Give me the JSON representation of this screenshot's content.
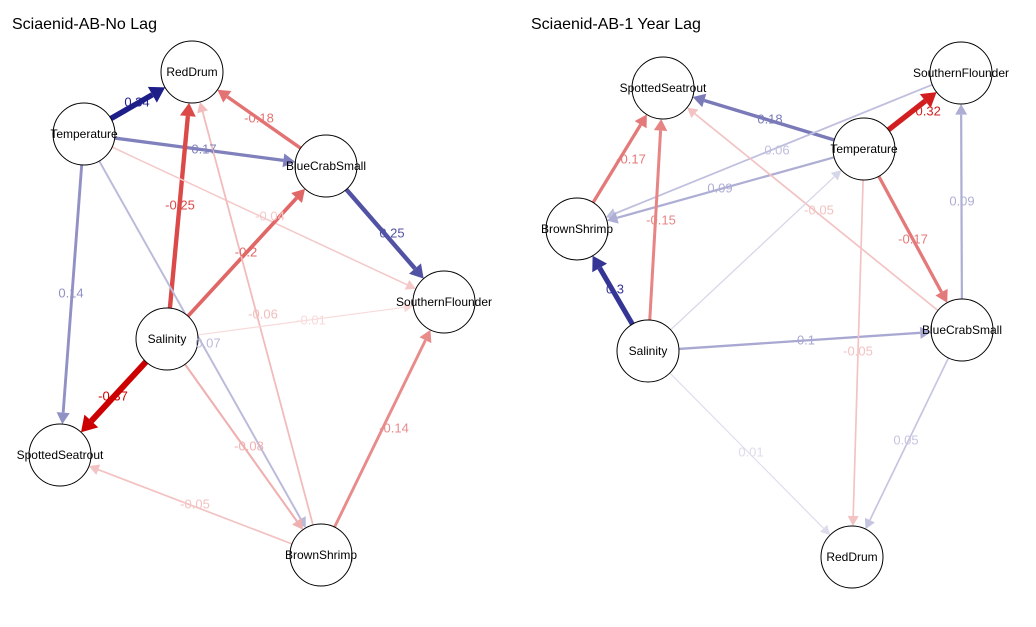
{
  "colors": {
    "negative_strong": "#cc0000",
    "positive_strong": "#0d0d80"
  },
  "panels": [
    {
      "id": "nolag",
      "title": "Sciaenid-AB-No Lag",
      "nodes": [
        {
          "id": "RedDrum",
          "label": "RedDrum"
        },
        {
          "id": "Temperature",
          "label": "Temperature"
        },
        {
          "id": "BlueCrabSmall",
          "label": "BlueCrabSmall"
        },
        {
          "id": "SouthernFlounder",
          "label": "SouthernFlounder"
        },
        {
          "id": "Salinity",
          "label": "Salinity"
        },
        {
          "id": "SpottedSeatrout",
          "label": "SpottedSeatrout"
        },
        {
          "id": "BrownShrimp",
          "label": "BrownShrimp"
        }
      ],
      "edges": [
        {
          "from": "Temperature",
          "to": "RedDrum",
          "weight": 0.34,
          "label": "0.34"
        },
        {
          "from": "BlueCrabSmall",
          "to": "RedDrum",
          "weight": -0.18,
          "label": "-0.18"
        },
        {
          "from": "Temperature",
          "to": "BlueCrabSmall",
          "weight": 0.17,
          "label": "0.17"
        },
        {
          "from": "BlueCrabSmall",
          "to": "SouthernFlounder",
          "weight": 0.25,
          "label": "0.25"
        },
        {
          "from": "Salinity",
          "to": "RedDrum",
          "weight": -0.25,
          "label": "-0.25"
        },
        {
          "from": "Temperature",
          "to": "SouthernFlounder",
          "weight": -0.04,
          "label": "-0.04"
        },
        {
          "from": "Salinity",
          "to": "BlueCrabSmall",
          "weight": -0.2,
          "label": "-0.2"
        },
        {
          "from": "Temperature",
          "to": "SpottedSeatrout",
          "weight": 0.14,
          "label": "0.14"
        },
        {
          "from": "Salinity",
          "to": "SpottedSeatrout",
          "weight": -0.37,
          "label": "-0.37"
        },
        {
          "from": "Temperature",
          "to": "BrownShrimp",
          "weight": 0.07,
          "label": "0.07"
        },
        {
          "from": "BrownShrimp",
          "to": "RedDrum",
          "weight": -0.06,
          "label": "-0.06"
        },
        {
          "from": "Salinity",
          "to": "SouthernFlounder",
          "weight": -0.01,
          "label": "-0.01"
        },
        {
          "from": "Salinity",
          "to": "BrownShrimp",
          "weight": -0.08,
          "label": "-0.08"
        },
        {
          "from": "BrownShrimp",
          "to": "SouthernFlounder",
          "weight": -0.14,
          "label": "-0.14"
        },
        {
          "from": "BrownShrimp",
          "to": "SpottedSeatrout",
          "weight": -0.05,
          "label": "-0.05"
        }
      ]
    },
    {
      "id": "lag1",
      "title": "Sciaenid-AB-1 Year Lag",
      "nodes": [
        {
          "id": "SpottedSeatrout",
          "label": "SpottedSeatrout"
        },
        {
          "id": "SouthernFlounder",
          "label": "SouthernFlounder"
        },
        {
          "id": "Temperature",
          "label": "Temperature"
        },
        {
          "id": "BrownShrimp",
          "label": "BrownShrimp"
        },
        {
          "id": "Salinity",
          "label": "Salinity"
        },
        {
          "id": "BlueCrabSmall",
          "label": "BlueCrabSmall"
        },
        {
          "id": "RedDrum",
          "label": "RedDrum"
        }
      ],
      "edges": [
        {
          "from": "Temperature",
          "to": "SpottedSeatrout",
          "weight": 0.18,
          "label": "0.18"
        },
        {
          "from": "Temperature",
          "to": "SouthernFlounder",
          "weight": -0.32,
          "label": "-0.32"
        },
        {
          "from": "BrownShrimp",
          "to": "SpottedSeatrout",
          "weight": -0.17,
          "label": "-0.17"
        },
        {
          "from": "SouthernFlounder",
          "to": "BrownShrimp",
          "weight": 0.06,
          "label": "0.06"
        },
        {
          "from": "Temperature",
          "to": "BrownShrimp",
          "weight": 0.09,
          "label": "0.09"
        },
        {
          "from": "BlueCrabSmall",
          "to": "SpottedSeatrout",
          "weight": -0.05,
          "label": "-0.05"
        },
        {
          "from": "Salinity",
          "to": "SpottedSeatrout",
          "weight": -0.15,
          "label": "-0.15"
        },
        {
          "from": "Temperature",
          "to": "BlueCrabSmall",
          "weight": -0.17,
          "label": "-0.17"
        },
        {
          "from": "BlueCrabSmall",
          "to": "SouthernFlounder",
          "weight": 0.09,
          "label": "0.09"
        },
        {
          "from": "Salinity",
          "to": "BrownShrimp",
          "weight": 0.3,
          "label": "0.3"
        },
        {
          "from": "Salinity",
          "to": "BlueCrabSmall",
          "weight": 0.1,
          "label": "0.1"
        },
        {
          "from": "Temperature",
          "to": "RedDrum",
          "weight": -0.05,
          "label": "-0.05"
        },
        {
          "from": "Salinity",
          "to": "RedDrum",
          "weight": 0.01,
          "label": "0.01"
        },
        {
          "from": "BlueCrabSmall",
          "to": "RedDrum",
          "weight": 0.05,
          "label": "0.05"
        },
        {
          "from": "Salinity",
          "to": "Temperature",
          "weight": 0.02,
          "label": ""
        }
      ]
    }
  ]
}
